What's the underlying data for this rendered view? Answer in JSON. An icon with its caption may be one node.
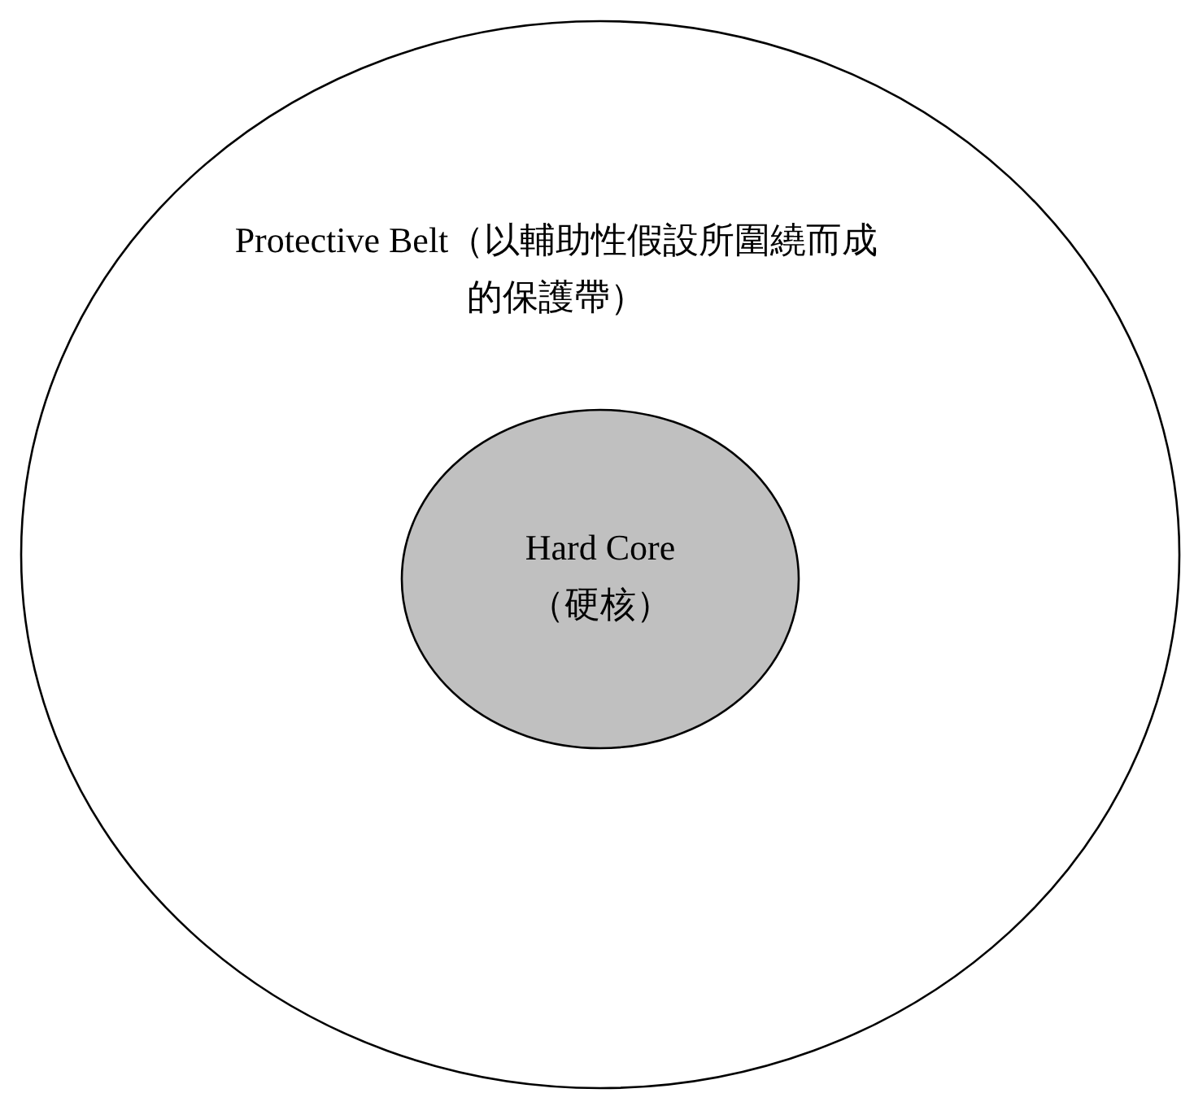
{
  "diagram": {
    "nodes": [
      {
        "text": [
          "Protective Belt（以輔助性假設所圍繞而成的保護帶）"
        ]
      },
      {
        "text": [
          "Hard Core（硬核）"
        ],
        "in": 0
      }
    ]
  }
}
